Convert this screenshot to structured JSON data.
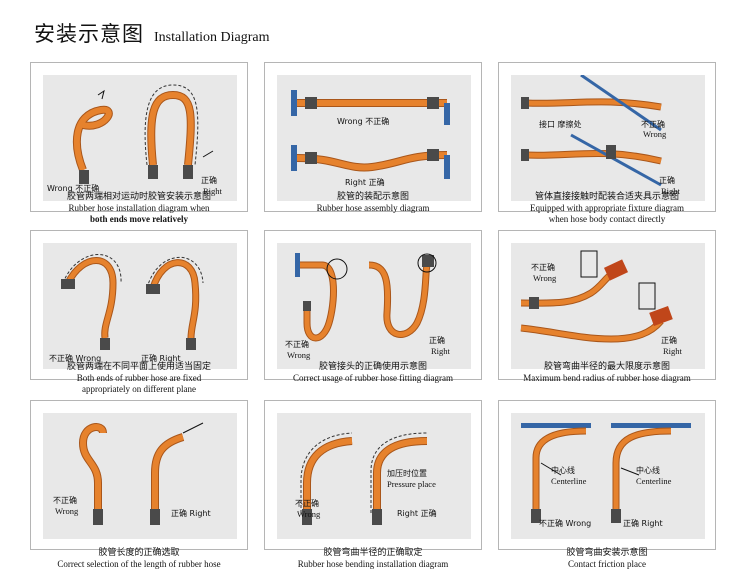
{
  "header": {
    "title_zh": "安装示意图",
    "title_en": "Installation Diagram"
  },
  "colors": {
    "hose": "#e6822d",
    "hose_dark": "#a9561a",
    "fitting": "#4a4a4a",
    "panel_bg": "#e8e8e8",
    "wall": "#3566a6"
  },
  "panels": [
    {
      "caption_zh": "胶管两端相对运动时胶管安装示意图",
      "caption_en": [
        "Rubber hose installation diagram when",
        "both ends move relatively"
      ],
      "labels": [
        "Wrong 不正确",
        "正确",
        "Right"
      ]
    },
    {
      "caption_zh": "胶管的装配示意图",
      "caption_en": [
        "Rubber hose assembly diagram"
      ],
      "labels": [
        "Wrong 不正确",
        "Right 正确"
      ]
    },
    {
      "caption_zh": "管体直接接触时配装合适夹具示意图",
      "caption_en": [
        "Equipped with appropriate fixture diagram",
        "when hose body contact directly"
      ],
      "labels": [
        "接口 摩擦处",
        "不正确",
        "Wrong",
        "正确",
        "Right"
      ]
    },
    {
      "caption_zh": "胶管两端在不同平面上使用适当固定",
      "caption_en": [
        "Both ends of rubber hose are fixed",
        "appropriately on different plane"
      ],
      "labels": [
        "不正确 Wrong",
        "正确 Right"
      ]
    },
    {
      "caption_zh": "胶管接头的正确使用示意图",
      "caption_en": [
        "Correct usage of rubber hose fitting diagram"
      ],
      "labels": [
        "不正确",
        "Wrong",
        "正确",
        "Right"
      ]
    },
    {
      "caption_zh": "胶管弯曲半径的最大限度示意图",
      "caption_en": [
        "Maximum bend radius of rubber hose diagram"
      ],
      "labels": [
        "不正确",
        "Wrong",
        "正确",
        "Right"
      ]
    },
    {
      "caption_zh": "胶管长度的正确选取",
      "caption_en": [
        "Correct selection of the length of rubber hose"
      ],
      "labels": [
        "不正确",
        "Wrong",
        "正确 Right"
      ]
    },
    {
      "caption_zh": "胶管弯曲半径的正确取定",
      "caption_en": [
        "Rubber hose bending installation diagram"
      ],
      "labels": [
        "加压时位置",
        "Pressure place",
        "不正确",
        "Wrong",
        "Right 正确"
      ]
    },
    {
      "caption_zh": "胶管弯曲安装示意图",
      "caption_en": [
        "Contact friction place"
      ],
      "labels": [
        "中心线",
        "Centerline",
        "中心线",
        "Centerline",
        "不正确 Wrong",
        "正确 Right"
      ]
    }
  ]
}
